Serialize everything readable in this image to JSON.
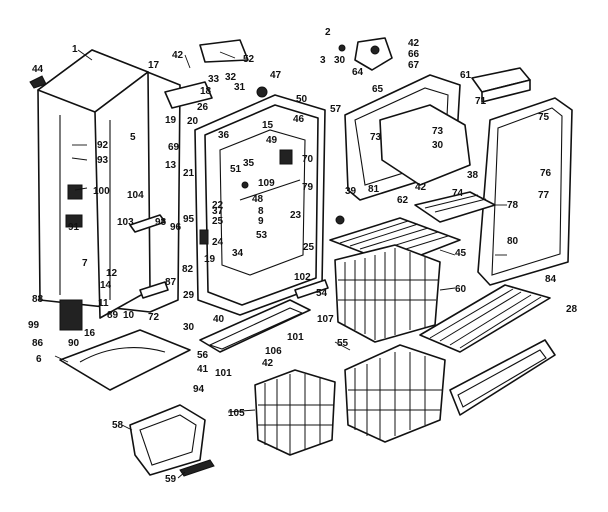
{
  "labels": [
    {
      "id": "44",
      "text": "44"
    },
    {
      "id": "1",
      "text": "1"
    },
    {
      "id": "42a",
      "text": "42"
    },
    {
      "id": "52",
      "text": "52"
    },
    {
      "id": "17",
      "text": "17"
    },
    {
      "id": "18",
      "text": "18"
    },
    {
      "id": "33",
      "text": "33"
    },
    {
      "id": "32",
      "text": "32"
    },
    {
      "id": "31",
      "text": "31"
    },
    {
      "id": "47",
      "text": "47"
    },
    {
      "id": "2",
      "text": "2"
    },
    {
      "id": "3",
      "text": "3"
    },
    {
      "id": "30a",
      "text": "30"
    },
    {
      "id": "42b",
      "text": "42"
    },
    {
      "id": "66",
      "text": "66"
    },
    {
      "id": "67",
      "text": "67"
    },
    {
      "id": "64",
      "text": "64"
    },
    {
      "id": "65",
      "text": "65"
    },
    {
      "id": "61",
      "text": "61"
    },
    {
      "id": "71",
      "text": "71"
    },
    {
      "id": "26",
      "text": "26"
    },
    {
      "id": "20",
      "text": "20"
    },
    {
      "id": "19a",
      "text": "19"
    },
    {
      "id": "50",
      "text": "50"
    },
    {
      "id": "57",
      "text": "57"
    },
    {
      "id": "75",
      "text": "75"
    },
    {
      "id": "92",
      "text": "92"
    },
    {
      "id": "5",
      "text": "5"
    },
    {
      "id": "93",
      "text": "93"
    },
    {
      "id": "69",
      "text": "69"
    },
    {
      "id": "13",
      "text": "13"
    },
    {
      "id": "36",
      "text": "36"
    },
    {
      "id": "15",
      "text": "15"
    },
    {
      "id": "49",
      "text": "49"
    },
    {
      "id": "46",
      "text": "46"
    },
    {
      "id": "73a",
      "text": "73"
    },
    {
      "id": "73b",
      "text": "73"
    },
    {
      "id": "30b",
      "text": "30"
    },
    {
      "id": "51",
      "text": "51"
    },
    {
      "id": "35",
      "text": "35"
    },
    {
      "id": "70",
      "text": "70"
    },
    {
      "id": "76",
      "text": "76"
    },
    {
      "id": "104",
      "text": "104"
    },
    {
      "id": "100",
      "text": "100"
    },
    {
      "id": "21",
      "text": "21"
    },
    {
      "id": "22",
      "text": "22"
    },
    {
      "id": "109",
      "text": "109"
    },
    {
      "id": "81",
      "text": "81"
    },
    {
      "id": "42c",
      "text": "42"
    },
    {
      "id": "74",
      "text": "74"
    },
    {
      "id": "38",
      "text": "38"
    },
    {
      "id": "77",
      "text": "77"
    },
    {
      "id": "79",
      "text": "79"
    },
    {
      "id": "39",
      "text": "39"
    },
    {
      "id": "48",
      "text": "48"
    },
    {
      "id": "37",
      "text": "37"
    },
    {
      "id": "62",
      "text": "62"
    },
    {
      "id": "78",
      "text": "78"
    },
    {
      "id": "8",
      "text": "8"
    },
    {
      "id": "25a",
      "text": "25"
    },
    {
      "id": "23",
      "text": "23"
    },
    {
      "id": "91",
      "text": "91"
    },
    {
      "id": "103",
      "text": "103"
    },
    {
      "id": "98",
      "text": "98"
    },
    {
      "id": "95",
      "text": "95"
    },
    {
      "id": "96",
      "text": "96"
    },
    {
      "id": "9",
      "text": "9"
    },
    {
      "id": "24",
      "text": "24"
    },
    {
      "id": "53",
      "text": "53"
    },
    {
      "id": "34",
      "text": "34"
    },
    {
      "id": "25b",
      "text": "25"
    },
    {
      "id": "80",
      "text": "80"
    },
    {
      "id": "19b",
      "text": "19"
    },
    {
      "id": "7",
      "text": "7"
    },
    {
      "id": "45",
      "text": "45"
    },
    {
      "id": "12",
      "text": "12"
    },
    {
      "id": "82",
      "text": "82"
    },
    {
      "id": "102",
      "text": "102"
    },
    {
      "id": "84",
      "text": "84"
    },
    {
      "id": "14",
      "text": "14"
    },
    {
      "id": "87",
      "text": "87"
    },
    {
      "id": "29",
      "text": "29"
    },
    {
      "id": "54",
      "text": "54"
    },
    {
      "id": "60",
      "text": "60"
    },
    {
      "id": "88",
      "text": "88"
    },
    {
      "id": "11",
      "text": "11"
    },
    {
      "id": "10",
      "text": "10"
    },
    {
      "id": "28",
      "text": "28"
    },
    {
      "id": "99",
      "text": "99"
    },
    {
      "id": "89",
      "text": "89"
    },
    {
      "id": "72",
      "text": "72"
    },
    {
      "id": "40",
      "text": "40"
    },
    {
      "id": "107",
      "text": "107"
    },
    {
      "id": "86",
      "text": "86"
    },
    {
      "id": "16",
      "text": "16"
    },
    {
      "id": "90",
      "text": "90"
    },
    {
      "id": "30c",
      "text": "30"
    },
    {
      "id": "101a",
      "text": "101"
    },
    {
      "id": "55",
      "text": "55"
    },
    {
      "id": "6",
      "text": "6"
    },
    {
      "id": "56",
      "text": "56"
    },
    {
      "id": "106",
      "text": "106"
    },
    {
      "id": "42d",
      "text": "42"
    },
    {
      "id": "41",
      "text": "41"
    },
    {
      "id": "101b",
      "text": "101"
    },
    {
      "id": "94",
      "text": "94"
    },
    {
      "id": "105",
      "text": "105"
    },
    {
      "id": "58",
      "text": "58"
    },
    {
      "id": "59",
      "text": "59"
    }
  ]
}
